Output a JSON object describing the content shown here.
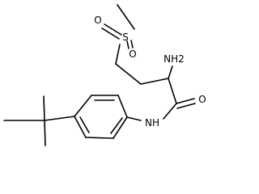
{
  "atoms": {
    "s": "S",
    "o1": "O",
    "o2": "O",
    "nh2": "NH2",
    "o3": "O",
    "nh": "NH"
  },
  "colors": {
    "line": "#000000",
    "text": "#000000",
    "background": "#ffffff"
  }
}
